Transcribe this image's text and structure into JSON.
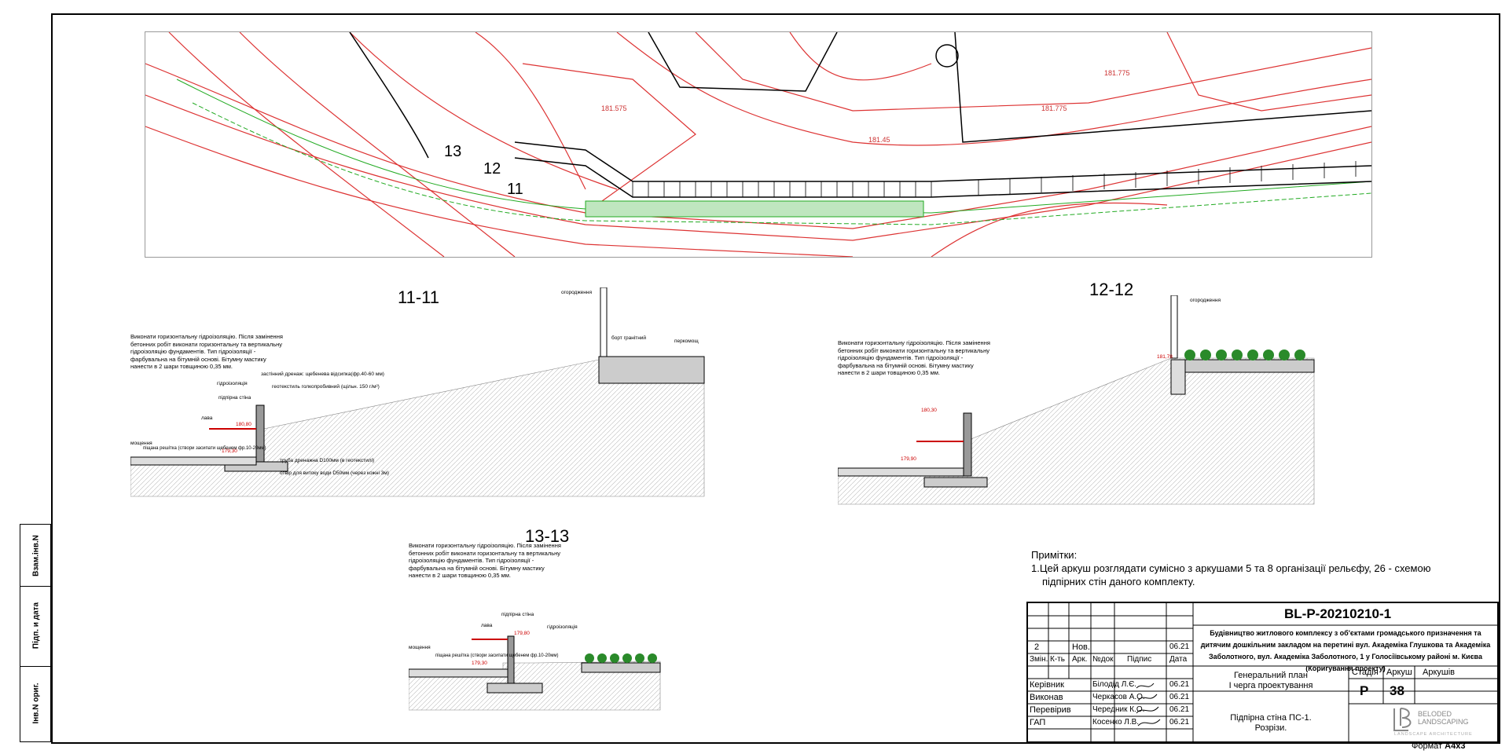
{
  "left_strip": {
    "inv_orig": "Інв.N ориг.",
    "sign_date": "Підп. и дата",
    "replace_inv": "Взам.інв.N"
  },
  "sections": {
    "s11": {
      "title": "11-11",
      "note": "Виконати горизонтальну гідроізоляцію.\nПісля замінення бетонних робіт виконати горизонтальну та вертикальну гідроізоляцію фундаментів. Тип гідроізоляції - фарбувальна на бітумній основі. Бітумну мастику нанести в 2 шари товщиною 0,35 мм.",
      "labels": {
        "fence": "огородження",
        "curb": "борт гранітний",
        "paving": "перкомощ",
        "drainage": "застінний дренаж: щебенева відсипка(фр.40-60 мм)",
        "geotextile": "геотекстиль голкопробивний (щільн. 150 г/м²)",
        "waterproof": "гідроізоляція",
        "wall": "підпірна стіна",
        "tray": "лава",
        "h1": "180,80",
        "h2": "179,30",
        "paving2": "мощення",
        "sand": "піщана решітка (створи засипати щебенем фр.10-20мм)",
        "pipe": "труба дренажна D100мм (в геотекстилі)",
        "hole": "отвір для витоку води D50мм (через кожні 3м)"
      }
    },
    "s12": {
      "title": "12-12",
      "note": "Виконати горизонтальну гідроізоляцію.\nПісля замінення бетонних робіт виконати горизонтальну та вертикальну гідроізоляцію фундаментів. Тип гідроізоляції - фарбувальна на бітумній основі. Бітумну мастику нанести в 2 шари товщиною 0,35 мм.",
      "labels": {
        "fence": "огородження",
        "h1": "180,30",
        "h2": "179,90",
        "h0": "181,78"
      }
    },
    "s13": {
      "title": "13-13",
      "note": "Виконати горизонтальну гідроізоляцію.\nПісля замінення бетонних робіт виконати горизонтальну та вертикальну гідроізоляцію фундаментів. Тип гідроізоляції - фарбувальна на бітумній основі. Бітумну мастику нанести в 2 шари товщиною 0,35 мм.",
      "labels": {
        "wall": "підпірна стіна",
        "tray": "лава",
        "waterproof": "гідроізоляція",
        "h1": "179,80",
        "h2": "179,30",
        "paving2": "мощення",
        "sand": "піщана решітка (створи засипати щебенем фр.10-20мм)"
      }
    }
  },
  "plan_labels": {
    "c13": "13",
    "c12": "12",
    "c11": "11",
    "e1": "181.775",
    "e2": "181.575",
    "e3": "181.45"
  },
  "remarks": {
    "heading": "Примітки:",
    "line1": "1.Цей аркуш розглядати сумісно з аркушами 5 та 8 організації рельєфу, 26 - схемою",
    "line2": "підпірних стін даного комплекту."
  },
  "stamp": {
    "code": "BL-P-20210210-1",
    "project": "Будівництво житлового комплексу з об'єктами громадського призначення та дитячим дошкільним закладом на перетині вул. Академіка Глушкова та Академіка Заболотного, вул. Академіка Заболотного, 1 у Голосіївському районі м. Києва (Коригування проекту)",
    "rev": {
      "n": "2",
      "doc": "Нов.",
      "date": "06.21"
    },
    "headers": {
      "zmin": "Змін.",
      "kt": "К-ть",
      "ark": "Арк.",
      "ndok": "№док",
      "pidpys": "Підпис",
      "data": "Дата"
    },
    "people": [
      {
        "role": "Керівник",
        "name": "Білодід Л.Є.",
        "date": "06.21"
      },
      {
        "role": "Виконав",
        "name": "Черкасов А.О.",
        "date": "06.21"
      },
      {
        "role": "Перевірив",
        "name": "Чередник К.О.",
        "date": "06.21"
      },
      {
        "role": "ГАП",
        "name": "Косенко Л.В.",
        "date": "06.21"
      }
    ],
    "plan_title": "Генеральний план\nІ черга проектування",
    "sheet_title": "Підпірна стіна ПС-1.\nРозрізи.",
    "stage_h": "Стадія",
    "sheet_h": "Аркуш",
    "sheets_h": "Аркушів",
    "stage": "Р",
    "sheet": "38",
    "sheets": "",
    "logo1": "BELODED",
    "logo2": "LANDSCAPING",
    "logo3": "LANDSCAPE ARCHITECTURE"
  },
  "format": {
    "label": "Формат",
    "value": "А4х3"
  }
}
